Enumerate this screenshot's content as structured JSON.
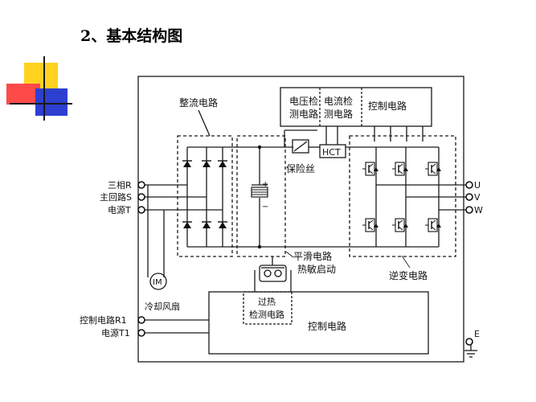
{
  "title": "2、基本结构图",
  "colors": {
    "deco_yellow": "#ffd21f",
    "deco_red": "#ff4a4a",
    "deco_blue": "#2d3fd0",
    "deco_line": "#1a1a1a",
    "line": "#1a1a1a"
  },
  "labels": {
    "voltage_detect_1": "电压检",
    "voltage_detect_2": "测电路",
    "current_detect_1": "电流检",
    "current_detect_2": "测电路",
    "control_top": "控制电路",
    "rectifier": "整流电路",
    "fuse": "保险丝",
    "hct": "HCT",
    "input_r": "三相R",
    "input_s": "主回路S",
    "input_t": "电源T",
    "out_u": "U",
    "out_v": "V",
    "out_w": "W",
    "smoothing": "平滑电路",
    "thermistor": "热敏启动",
    "inverter": "逆变电路",
    "motor": "IM",
    "fan": "冷却风扇",
    "overheat_1": "过热",
    "overheat_2": "检测电路",
    "control_bottom": "控制电路",
    "ctrl_r1": "控制电路R1",
    "ctrl_t1": "电源T1",
    "ground": "E",
    "cap_plus": "+",
    "cap_minus": "−"
  }
}
